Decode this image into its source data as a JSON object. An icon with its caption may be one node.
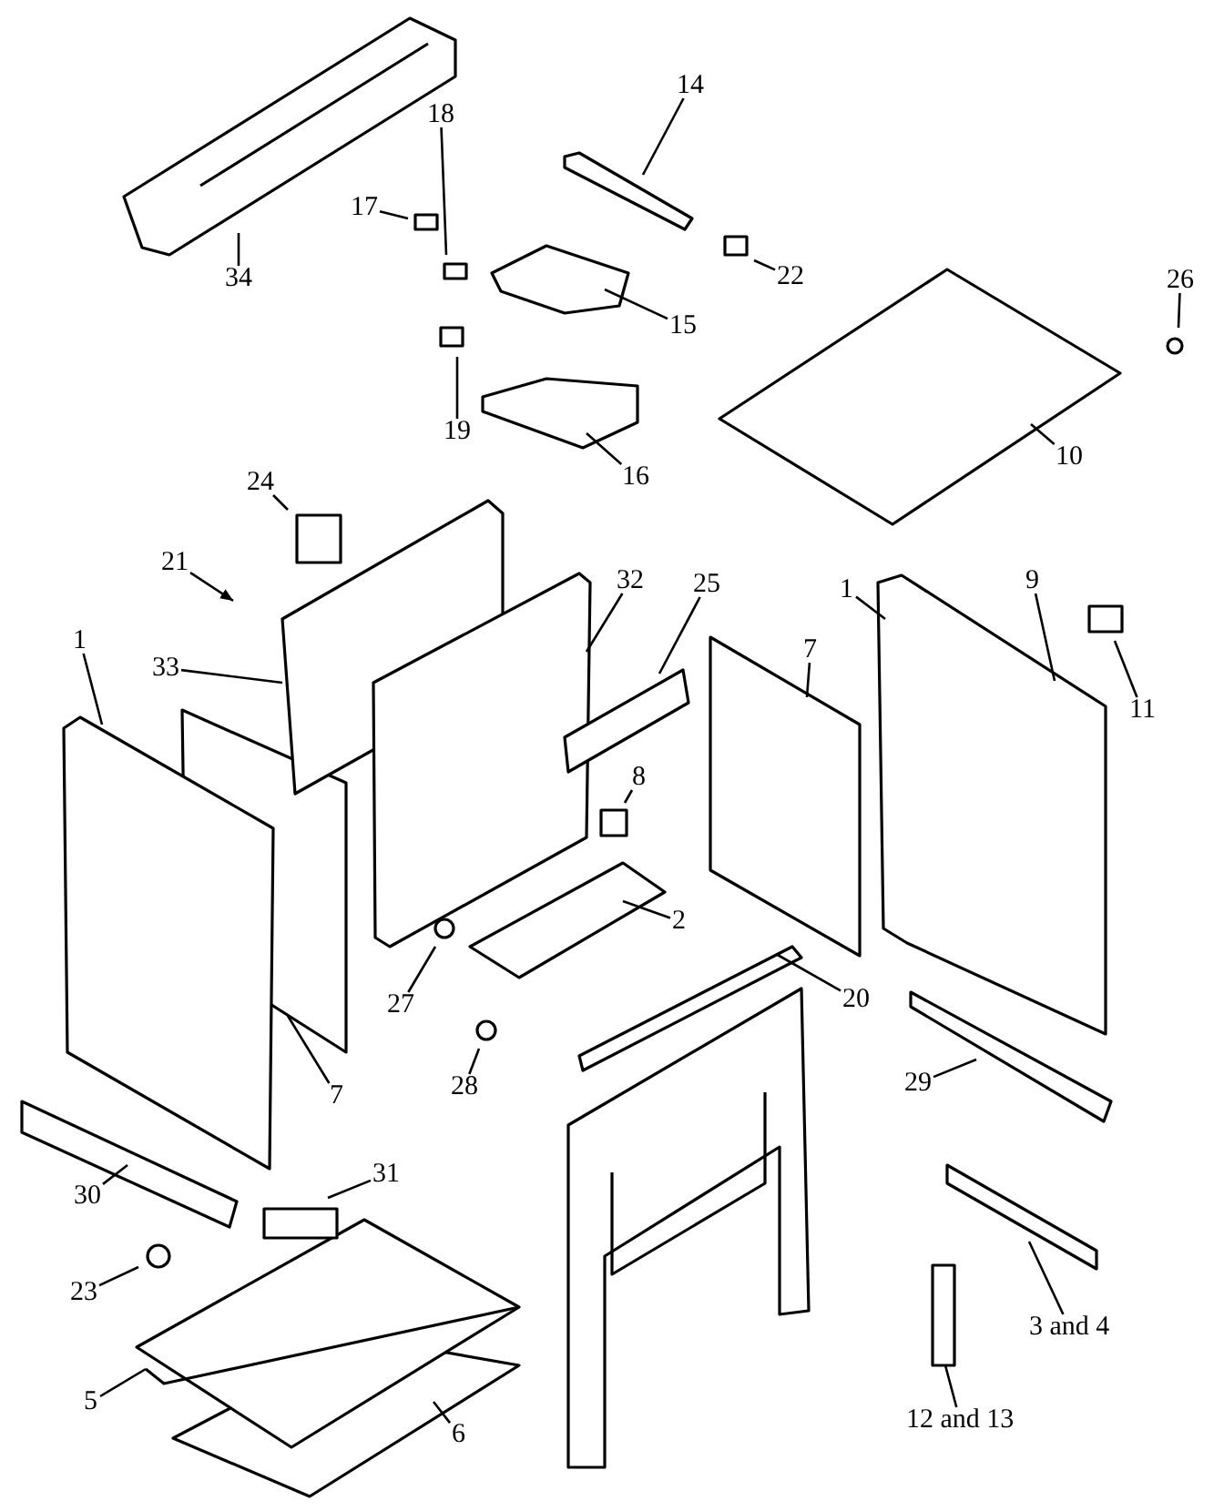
{
  "diagram": {
    "nodes": [
      {
        "text": [
          "34"
        ]
      },
      {
        "text": [
          "18"
        ]
      },
      {
        "text": [
          "14"
        ]
      },
      {
        "text": [
          "17"
        ]
      },
      {
        "text": [
          "22"
        ]
      },
      {
        "text": [
          "15"
        ]
      },
      {
        "text": [
          "26"
        ]
      },
      {
        "text": [
          "19"
        ]
      },
      {
        "text": [
          "16"
        ]
      },
      {
        "text": [
          "10"
        ]
      },
      {
        "text": [
          "24"
        ]
      },
      {
        "text": [
          "21"
        ]
      },
      {
        "text": [
          "1"
        ]
      },
      {
        "text": [
          "33"
        ]
      },
      {
        "text": [
          "32"
        ]
      },
      {
        "text": [
          "25"
        ]
      },
      {
        "text": [
          "1"
        ]
      },
      {
        "text": [
          "9"
        ]
      },
      {
        "text": [
          "7"
        ]
      },
      {
        "text": [
          "11"
        ]
      },
      {
        "text": [
          "8"
        ]
      },
      {
        "text": [
          "2"
        ]
      },
      {
        "text": [
          "27"
        ]
      },
      {
        "text": [
          "7"
        ]
      },
      {
        "text": [
          "20"
        ]
      },
      {
        "text": [
          "28"
        ]
      },
      {
        "text": [
          "29"
        ]
      },
      {
        "text": [
          "30"
        ]
      },
      {
        "text": [
          "31"
        ]
      },
      {
        "text": [
          "23"
        ]
      },
      {
        "text": [
          "5"
        ]
      },
      {
        "text": [
          "3 and 4"
        ]
      },
      {
        "text": [
          "12 and 13"
        ]
      },
      {
        "text": [
          "6"
        ]
      }
    ],
    "edges": [
      {
        "from": 0,
        "to": null,
        "arrow": "none"
      },
      {
        "from": 1,
        "to": null,
        "arrow": "none"
      },
      {
        "from": 2,
        "to": null,
        "arrow": "none"
      },
      {
        "from": 3,
        "to": null,
        "arrow": "none"
      },
      {
        "from": 4,
        "to": null,
        "arrow": "none"
      },
      {
        "from": 5,
        "to": null,
        "arrow": "none"
      },
      {
        "from": 6,
        "to": null,
        "arrow": "none"
      },
      {
        "from": 7,
        "to": null,
        "arrow": "none"
      },
      {
        "from": 8,
        "to": null,
        "arrow": "none"
      },
      {
        "from": 9,
        "to": null,
        "arrow": "none"
      },
      {
        "from": 10,
        "to": null,
        "arrow": "none"
      },
      {
        "from": 11,
        "to": null,
        "arrow": "to"
      },
      {
        "from": 12,
        "to": null,
        "arrow": "none"
      },
      {
        "from": 13,
        "to": null,
        "arrow": "none"
      },
      {
        "from": 14,
        "to": null,
        "arrow": "none"
      },
      {
        "from": 15,
        "to": null,
        "arrow": "none"
      },
      {
        "from": 16,
        "to": null,
        "arrow": "none"
      },
      {
        "from": 17,
        "to": null,
        "arrow": "none"
      },
      {
        "from": 18,
        "to": null,
        "arrow": "none"
      },
      {
        "from": 19,
        "to": null,
        "arrow": "none"
      },
      {
        "from": 20,
        "to": null,
        "arrow": "none"
      },
      {
        "from": 21,
        "to": null,
        "arrow": "none"
      },
      {
        "from": 22,
        "to": null,
        "arrow": "none"
      },
      {
        "from": 23,
        "to": null,
        "arrow": "none"
      },
      {
        "from": 24,
        "to": null,
        "arrow": "none"
      },
      {
        "from": 25,
        "to": null,
        "arrow": "none"
      },
      {
        "from": 26,
        "to": null,
        "arrow": "none"
      },
      {
        "from": 27,
        "to": null,
        "arrow": "none"
      },
      {
        "from": 28,
        "to": null,
        "arrow": "none"
      },
      {
        "from": 29,
        "to": null,
        "arrow": "none"
      },
      {
        "from": 30,
        "to": null,
        "arrow": "none"
      },
      {
        "from": 31,
        "to": null,
        "arrow": "none"
      },
      {
        "from": 32,
        "to": null,
        "arrow": "none"
      },
      {
        "from": 33,
        "to": null,
        "arrow": "none"
      }
    ]
  }
}
